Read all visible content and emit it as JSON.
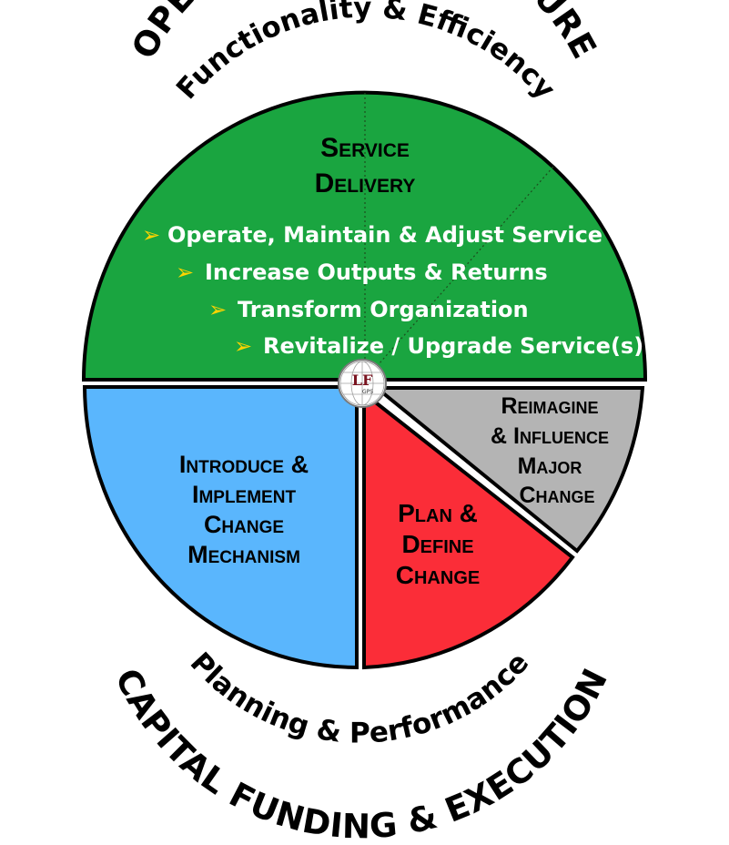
{
  "top": {
    "outer_label": "OPERATIONS EXPENDITURE",
    "inner_label": "Functionality & Efficiency"
  },
  "bottom": {
    "inner_label": "Planning & Performance",
    "outer_label": "CAPITAL FUNDING & EXECUTION"
  },
  "segments": {
    "service_delivery": {
      "title_line1": "Service",
      "title_line2": "Delivery",
      "color": "#1aa540",
      "bullets": [
        "Operate, Maintain & Adjust Service",
        "Increase Outputs & Returns",
        "Transform Organization",
        "Revitalize / Upgrade Service(s)"
      ]
    },
    "reimagine": {
      "lines": [
        "Reimagine",
        "& Influence",
        "Major",
        "Change"
      ],
      "color": "#b4b4b4"
    },
    "plan_define": {
      "lines": [
        "Plan &",
        "Define",
        "Change"
      ],
      "color": "#fb2d38"
    },
    "introduce": {
      "lines": [
        "Introduce &",
        "Implement",
        "Change",
        "Mechanism"
      ],
      "color": "#5ab6fd"
    }
  },
  "logo": {
    "letters": "LF",
    "caption": "GPS"
  },
  "colors": {
    "bullet_arrow": "#ffd400",
    "outline": "#000000"
  }
}
